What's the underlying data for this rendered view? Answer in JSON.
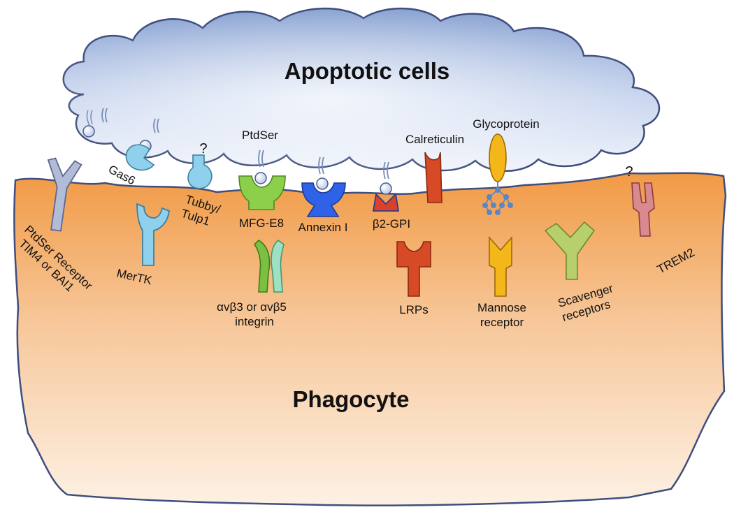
{
  "title_top": "Apoptotic cells",
  "title_bottom": "Phagocyte",
  "labels": {
    "ptdser": "PtdSer",
    "calreticulin": "Calreticulin",
    "glycoprotein": "Glycoprotein",
    "gas6": "Gas6",
    "tubby_1": "Tubby/",
    "tubby_2": "Tulp1",
    "mfge8": "MFG-E8",
    "annexin": "Annexin I",
    "b2gpi": "β2-GPI",
    "ptdser_receptor_1": "PtdSer Receptor",
    "ptdser_receptor_2": "TIM4 or BAI1",
    "mertk": "MerTK",
    "integrin_1": "αvβ3 or αvβ5",
    "integrin_2": "integrin",
    "lrps": "LRPs",
    "mannose_1": "Mannose",
    "mannose_2": "receptor",
    "scavenger_1": "Scavenger",
    "scavenger_2": "receptors",
    "trem2": "TREM2",
    "question_mark": "?"
  },
  "colors": {
    "cloud_top": "#8fa7d3",
    "cloud_bottom": "#eef2fb",
    "phagocyte_top": "#f2a04e",
    "phagocyte_bottom": "#fdeede",
    "outline": "#4a5a8a",
    "ptdser_receptor": "#b3bcd6",
    "light_blue": "#8fd0ec",
    "mfge8": "#8ccf4b",
    "annexin": "#2f62e6",
    "b2gpi": "#d9412a",
    "lrp": "#d64a26",
    "glyco": "#f4b71a",
    "glyco_chain": "#5a86c4",
    "integrin_a": "#7ac143",
    "integrin_b": "#9fe0c2",
    "scavenger": "#b7cf6c",
    "trem2": "#d98a8e",
    "ptdser_ball": "#dfe8f8"
  }
}
